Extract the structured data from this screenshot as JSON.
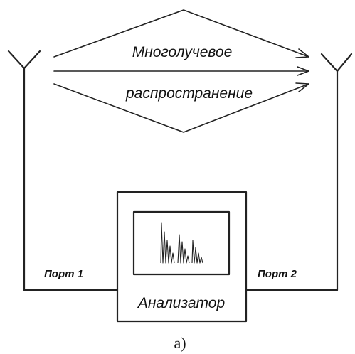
{
  "diagram": {
    "propagation_line1": "Многолучевое",
    "propagation_line2": "распространение",
    "port1": "Порт 1",
    "port2": "Порт 2",
    "analyzer": "Анализатор",
    "caption": "а)"
  },
  "icons": {
    "tx_antenna": "antenna-icon",
    "rx_antenna": "antenna-icon",
    "screen_trace": "impulse-response-trace"
  }
}
